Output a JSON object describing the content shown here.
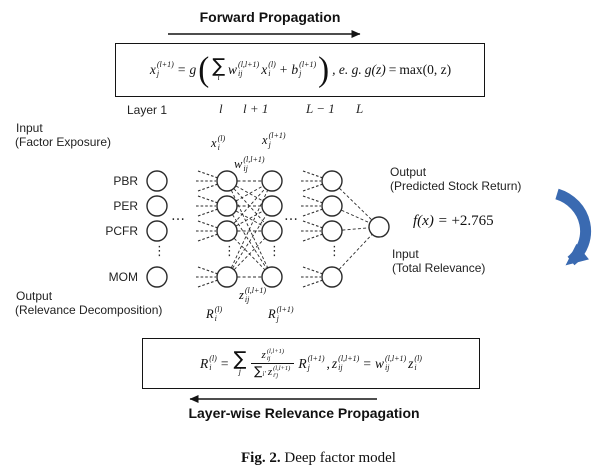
{
  "titles": {
    "forward": "Forward Propagation",
    "lrp": "Layer-wise Relevance Propagation"
  },
  "top_formula": {
    "x_out": {
      "b": "x",
      "sup": "(l+1)",
      "sub": "j"
    },
    "eq": "=",
    "g": "g",
    "lparen": "(",
    "rparen": ")",
    "sum": {
      "sym": "∑",
      "idx": "i"
    },
    "w": {
      "b": "w",
      "sup": "(l,l+1)",
      "sub": "ij"
    },
    "x_in": {
      "b": "x",
      "sup": "(l)",
      "sub": "i"
    },
    "plus": "+",
    "bias": {
      "b": "b",
      "sup": "(l+1)",
      "sub": "j"
    },
    "tail_lead": ", e. g.",
    "tail_g": "g(z)",
    "tail_eq": "=",
    "tail_max": "max(0, z)"
  },
  "layer_labels": {
    "layer1": "Layer 1",
    "l": "l",
    "l_plus1": "l + 1",
    "L_minus1": "L − 1",
    "L": "L"
  },
  "net_labels": {
    "x_i": {
      "b": "x",
      "sup": "(l)",
      "sub": "i"
    },
    "x_j": {
      "b": "x",
      "sup": "(l+1)",
      "sub": "j"
    },
    "w": {
      "b": "w",
      "sup": "(l,l+1)",
      "sub": "ij"
    },
    "z": {
      "b": "z",
      "sup": "(l,l+1)",
      "sub": "ij"
    },
    "R_i": {
      "b": "R",
      "sup": "(l)",
      "sub": "i"
    },
    "R_j": {
      "b": "R",
      "sup": "(l+1)",
      "sub": "j"
    },
    "hdots": "…",
    "vdots": "⋮"
  },
  "left_labels": {
    "input_title": "Input",
    "input_subtitle": "(Factor Exposure)",
    "factors": [
      "PBR",
      "PER",
      "PCFR",
      "MOM"
    ],
    "output_title": "Output",
    "output_subtitle": "(Relevance Decomposition)"
  },
  "right_labels": {
    "output_title": "Output",
    "output_subtitle": "(Predicted Stock Return)",
    "fx_fn": "f(x) = ",
    "fx_val": "+2.765",
    "input_title": "Input",
    "input_subtitle": "(Total Relevance)"
  },
  "bottom_formula": {
    "R_i": {
      "b": "R",
      "sup": "(l)",
      "sub": "i"
    },
    "eq": "=",
    "sum_j": {
      "sym": "∑",
      "idx": "j"
    },
    "num": {
      "b": "z",
      "sup": "(l,l+1)",
      "sub": "ij"
    },
    "den_sum": {
      "sym": "∑",
      "idx": "i′"
    },
    "den_z": {
      "b": "z",
      "sup": "(l,l+1)",
      "sub": "i′j"
    },
    "R_j": {
      "b": "R",
      "sup": "(l+1)",
      "sub": "j"
    },
    "comma": ",",
    "z2": {
      "b": "z",
      "sup": "(l,l+1)",
      "sub": "ij"
    },
    "eq2": "=",
    "w2": {
      "b": "w",
      "sup": "(l,l+1)",
      "sub": "ij"
    },
    "z3": {
      "b": "z",
      "sup": "(l)",
      "sub": "i"
    }
  },
  "caption": {
    "fig": "Fig. 2.",
    "text": "Deep factor model"
  },
  "colors": {
    "arrow_blue": "#3a6ab1",
    "line": "#222222"
  }
}
